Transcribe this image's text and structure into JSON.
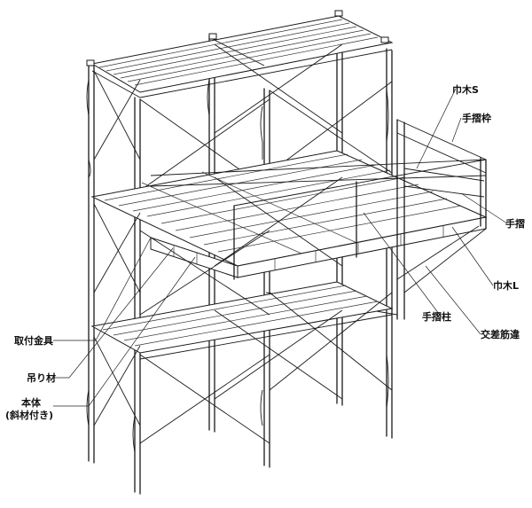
{
  "labels": {
    "habaki_s": "巾木S",
    "tesuri_waku": "手摺枠",
    "tesuri": "手摺",
    "habaki_l": "巾木L",
    "tesuri_bashira": "手摺柱",
    "kousa_sujikai": "交差筋違",
    "toritsuke_kanagu": "取付金具",
    "tsuri_zai": "吊り材",
    "hontai_line1": "本体",
    "hontai_line2": "(斜材付き)"
  }
}
